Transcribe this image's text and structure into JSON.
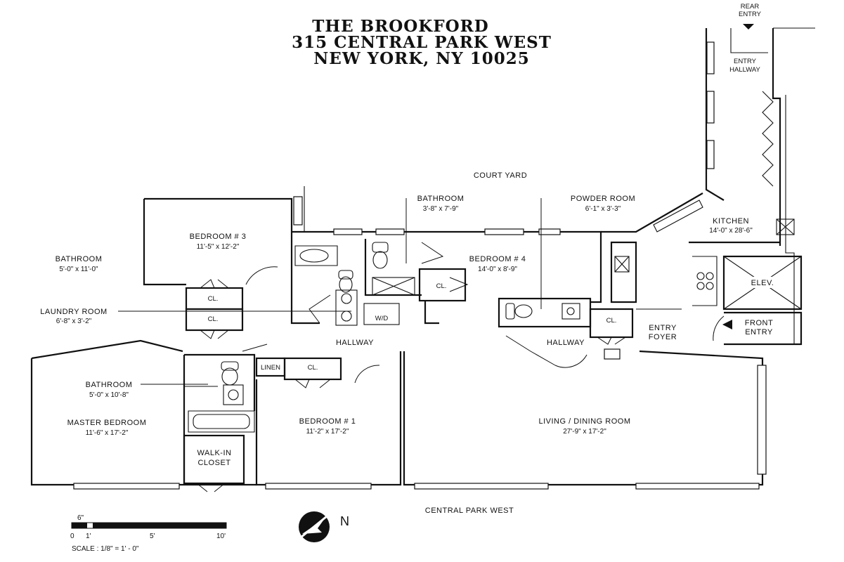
{
  "header": {
    "line1": "THE BROOKFORD",
    "line2": "315 CENTRAL PARK WEST",
    "line3": "NEW YORK, NY 10025"
  },
  "context_labels": {
    "court_yard": "COURT YARD",
    "central_park_west": "CENTRAL PARK WEST",
    "rear_entry": [
      "REAR",
      "ENTRY"
    ],
    "front_entry": [
      "FRONT",
      "ENTRY"
    ],
    "entry_foyer": [
      "ENTRY",
      "FOYER"
    ],
    "entry_hallway": [
      "ENTRY",
      "HALLWAY"
    ],
    "elevator": "ELEV."
  },
  "rooms": {
    "bedroom3": {
      "name": "BEDROOM # 3",
      "dims": "11'-5\" x 12'-2\""
    },
    "bathroom_left": {
      "name": "BATHROOM",
      "dims": "5'-0\" x 11'-0\""
    },
    "laundry": {
      "name": "LAUNDRY ROOM",
      "dims": "6'-8\" x 3'-2\""
    },
    "bathroom_mid": {
      "name": "BATHROOM",
      "dims": "3'-8\" x 7'-9\""
    },
    "powder_room": {
      "name": "POWDER ROOM",
      "dims": "6'-1\" x 3'-3\""
    },
    "kitchen": {
      "name": "KITCHEN",
      "dims": "14'-0\" x 28'-6\""
    },
    "bedroom4": {
      "name": "BEDROOM # 4",
      "dims": "14'-0\" x 8'-9\""
    },
    "bathroom_master": {
      "name": "BATHROOM",
      "dims": "5'-0\" x 10'-8\""
    },
    "master_bedroom": {
      "name": "MASTER BEDROOM",
      "dims": "11'-6\" x 17'-2\""
    },
    "bedroom1": {
      "name": "BEDROOM # 1",
      "dims": "11'-2\" x 17'-2\""
    },
    "living_dining": {
      "name": "LIVING / DINING ROOM",
      "dims": "27'-9\" x 17'-2\""
    },
    "walk_in_closet": [
      "WALK-IN",
      "CLOSET"
    ]
  },
  "fixtures": {
    "closet": "CL.",
    "linen": "LINEN",
    "washer_dryer": "W/D",
    "hallway": "HALLWAY"
  },
  "scale_bar": {
    "top_label": "6\"",
    "ticks": [
      "0",
      "1'",
      "5'",
      "10'"
    ],
    "scale_text": "SCALE : 1/8\" = 1' - 0\""
  },
  "north_arrow": {
    "label": "N"
  }
}
